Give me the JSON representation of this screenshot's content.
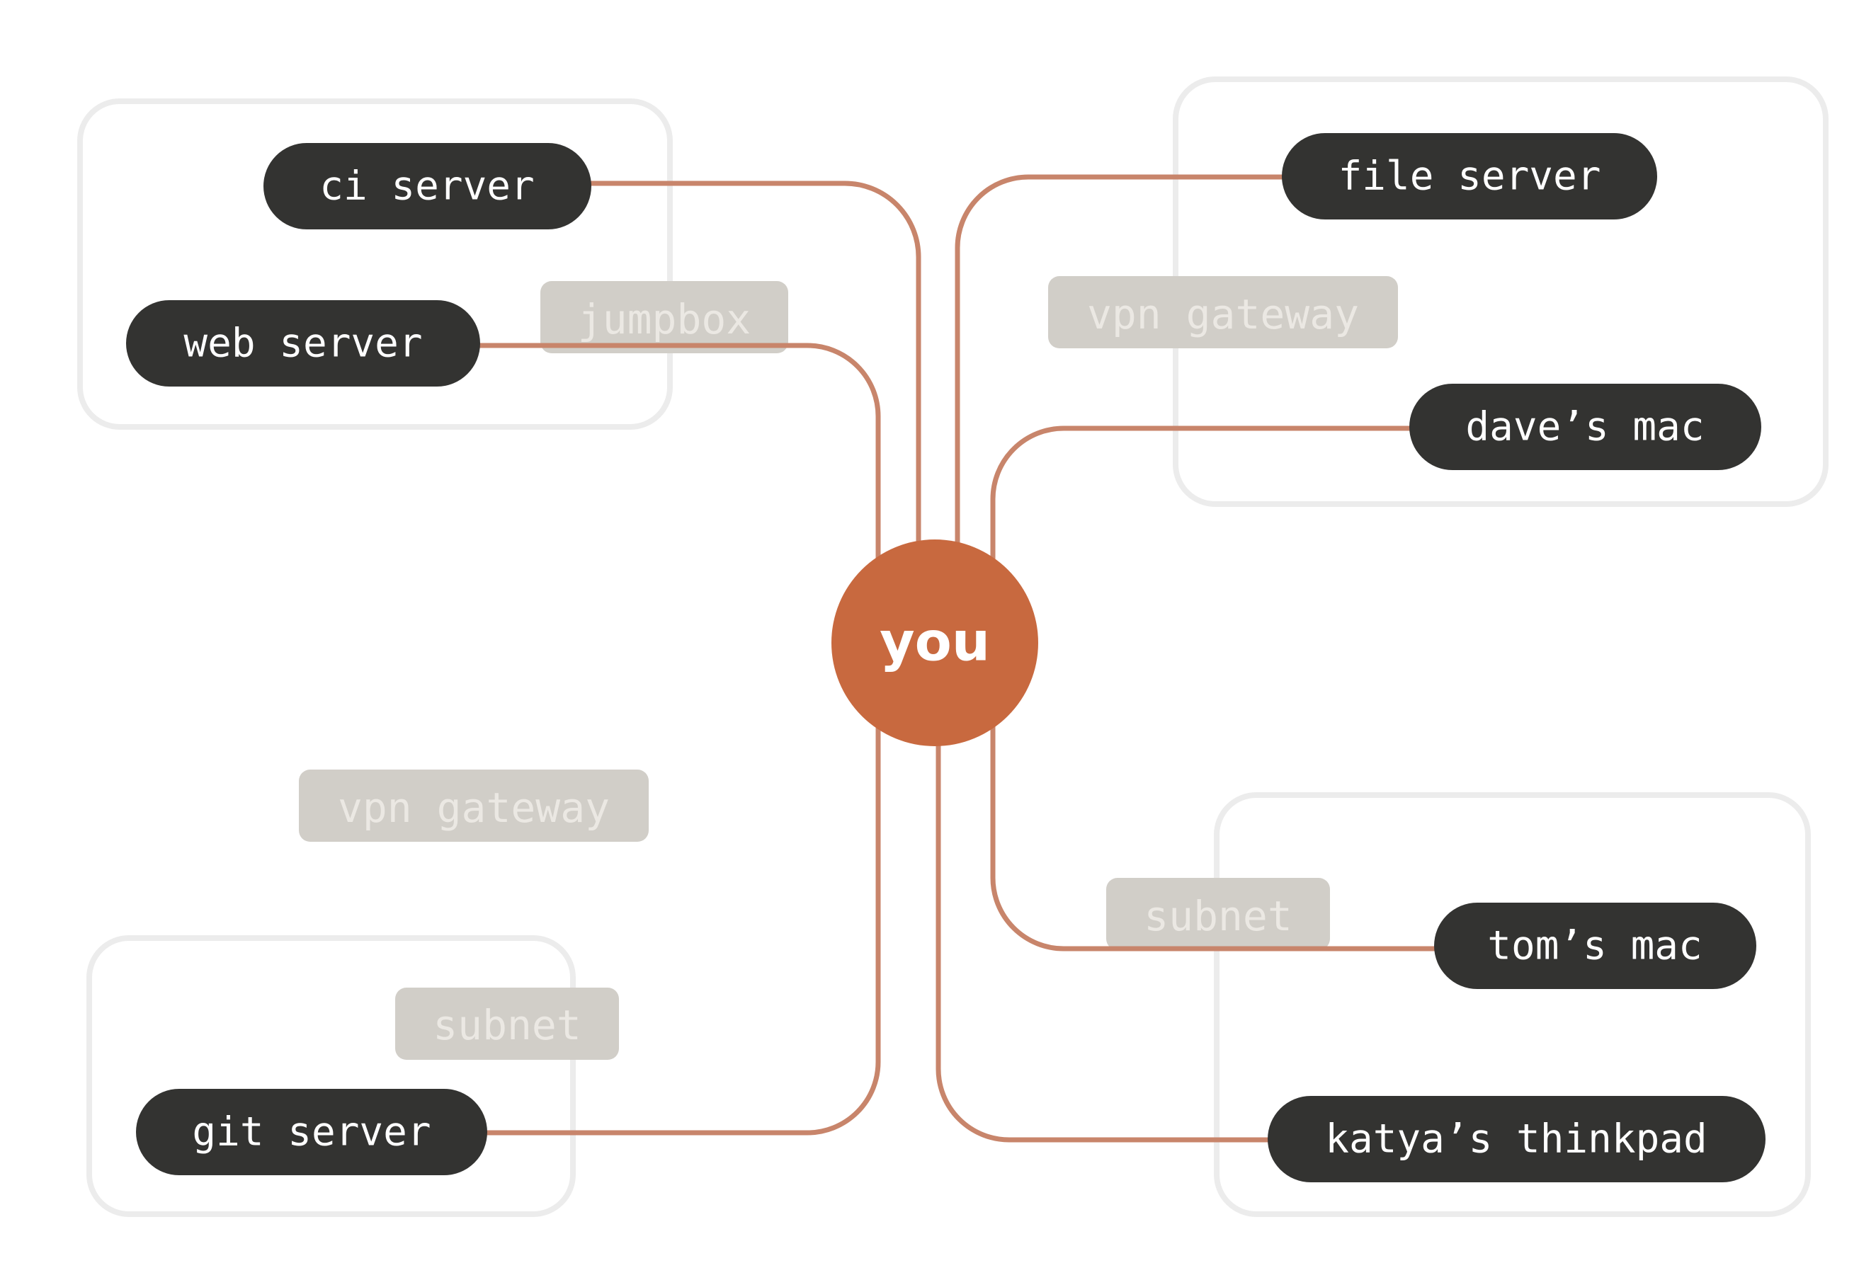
{
  "hub": {
    "label": "you"
  },
  "nodes": {
    "ci_server": "ci server",
    "web_server": "web server",
    "file_server": "file server",
    "daves_mac": "dave’s mac",
    "toms_mac": "tom’s mac",
    "katyas_thinkpad": "katya’s thinkpad",
    "git_server": "git server"
  },
  "tags": {
    "jumpbox": "jumpbox",
    "vpn_gateway_right": "vpn gateway",
    "vpn_gateway_left": "vpn gateway",
    "subnet_right": "subnet",
    "subnet_left": "subnet"
  },
  "colors": {
    "hub": "#c8693f",
    "link": "#c8856b",
    "node": "#333331",
    "tag": "#d1cec8",
    "group_outline": "#ececec"
  }
}
